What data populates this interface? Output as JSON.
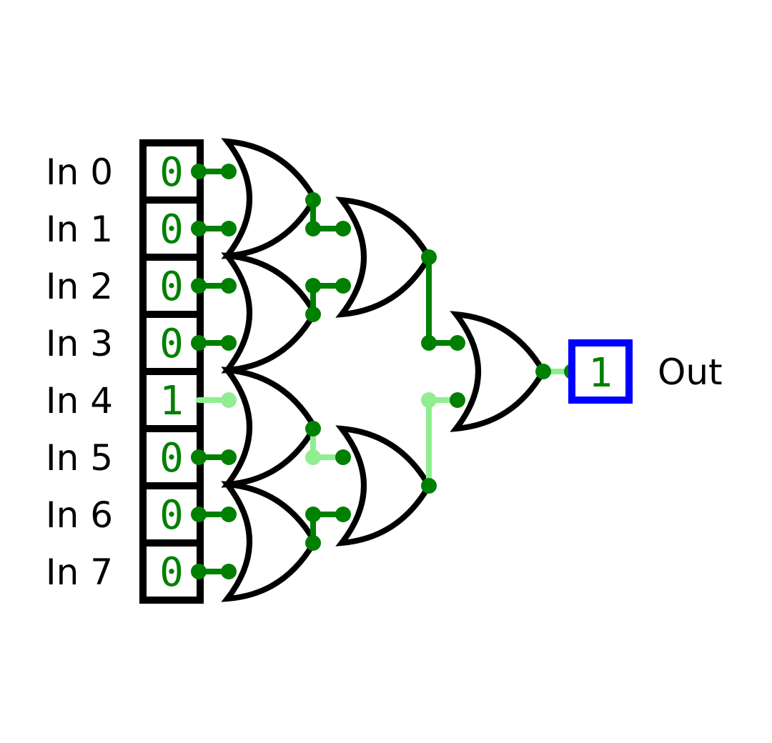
{
  "inputs": [
    {
      "label": "In 0",
      "value": "0"
    },
    {
      "label": "In 1",
      "value": "0"
    },
    {
      "label": "In 2",
      "value": "0"
    },
    {
      "label": "In 3",
      "value": "0"
    },
    {
      "label": "In 4",
      "value": "1"
    },
    {
      "label": "In 5",
      "value": "0"
    },
    {
      "label": "In 6",
      "value": "0"
    },
    {
      "label": "In 7",
      "value": "0"
    }
  ],
  "output": {
    "label": "Out",
    "value": "1"
  },
  "gates": [
    {
      "type": "OR",
      "inputs": [
        "In 0",
        "In 1"
      ],
      "output": "0"
    },
    {
      "type": "OR",
      "inputs": [
        "In 2",
        "In 3"
      ],
      "output": "0"
    },
    {
      "type": "OR",
      "inputs": [
        "In 4",
        "In 5"
      ],
      "output": "1"
    },
    {
      "type": "OR",
      "inputs": [
        "In 6",
        "In 7"
      ],
      "output": "0"
    },
    {
      "type": "OR",
      "inputs": [
        "OR(In 0, In 1)",
        "OR(In 2, In 3)"
      ],
      "output": "0"
    },
    {
      "type": "OR",
      "inputs": [
        "OR(In 4, In 5)",
        "OR(In 6, In 7)"
      ],
      "output": "1"
    },
    {
      "type": "OR",
      "inputs": [
        "OR(In 0..In 3)",
        "OR(In 4..In 7)"
      ],
      "output": "1"
    }
  ],
  "colors": {
    "wire_low": "#008000",
    "wire_high": "#90ee90",
    "gate_stroke": "#000000",
    "output_box": "#0000ff",
    "value_text": "#008000"
  }
}
